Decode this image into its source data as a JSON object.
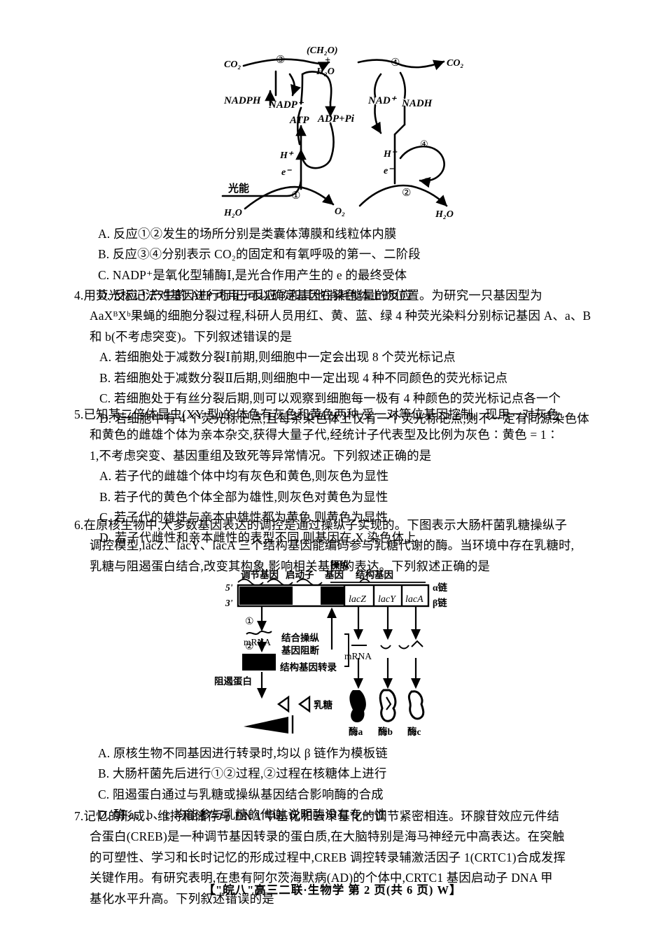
{
  "document": {
    "subject": "生物学",
    "footer": "【\"皖八\"高三二联·生物学  第 2 页(共 6 页)  W】"
  },
  "figure_photosynthesis": {
    "name": "光合作用与有氧呼吸过程图解",
    "labels": {
      "co2_left": "CO₂",
      "co2_right": "CO₂",
      "product": "(CH₂O)",
      "plus": "+",
      "h2o_product": "H₂O",
      "nadph": "NADPH",
      "nadp": "NADP⁺",
      "nad_plus": "NAD⁺",
      "nadh": "NADH",
      "atp": "ATP",
      "adp_pi": "ADP+Pi",
      "h_plus_left": "H⁺",
      "e_left": "e⁻",
      "h_plus_right": "H⁺",
      "e_right": "e⁻",
      "light_energy": "光能",
      "h2o_left": "H₂O",
      "o2": "O₂",
      "h2o_right": "H₂O",
      "circle1": "①",
      "circle2": "②",
      "circle3": "③",
      "circle4": "④",
      "circle5": "⑤",
      "circle4b": "④"
    }
  },
  "question3_options": [
    "A. 反应①②发生的场所分别是类囊体薄膜和线粒体内膜",
    "B. 反应③④分别表示 CO₂的固定和有氧呼吸的第一、二阶段",
    "C. NADP⁺是氧化型辅酶Ⅰ,是光合作用产生的 e 的最终受体",
    "D. 反应①产生的 ATP 可用于反应③和其他消耗能量的反应"
  ],
  "question4": {
    "number": "4.",
    "stem_lines": [
      "用荧光标记法对基因进行标记,可以确定基因在染色体上的位置。为研究一只基因型为",
      "AaXᴮXᵇ果蝇的细胞分裂过程,科研人员用红、黄、蓝、绿 4 种荧光染料分别标记基因 A、a、B",
      "和 b(不考虑突变)。下列叙述错误的是"
    ],
    "options": [
      "A. 若细胞处于减数分裂Ⅰ前期,则细胞中一定会出现 8 个荧光标记点",
      "B. 若细胞处于减数分裂Ⅱ后期,则细胞中一定出现 4 种不同颜色的荧光标记点",
      "C. 若细胞处于有丝分裂后期,则可以观察到细胞每一极有 4 种颜色的荧光标记点各一个",
      "D. 若细胞中有 4 个荧光标记点,且每条染色体上仅有一个荧光标记点,则不一定有同源染色体"
    ]
  },
  "question5": {
    "number": "5.",
    "stem_lines": [
      "已知某二倍体昆虫(XY 型)的体色有灰色和黄色两种,受一对等位基因控制。现用一对灰色",
      "和黄色的雌雄个体为亲本杂交,获得大量子代,经统计子代表型及比例为灰色∶黄色 = 1∶",
      "1,不考虑突变、基因重组及致死等异常情况。下列叙述正确的是"
    ],
    "options": [
      "A. 若子代的雌雄个体中均有灰色和黄色,则灰色为显性",
      "B. 若子代的黄色个体全部为雄性,则灰色对黄色为显性",
      "C. 若子代的雄性与亲本中雄性都为黄色,则黄色为显性",
      "D. 若子代雌性和亲本雌性的表型不同,则基因在 X 染色体上"
    ]
  },
  "question6": {
    "number": "6.",
    "stem_lines": [
      "在原核生物中,大多数基因表达的调控是通过操纵子实现的。下图表示大肠杆菌乳糖操纵子",
      "调控模型,lacZ、lacY、lacA 三个结构基因能编码参与乳糖代谢的酶。当环境中存在乳糖时,",
      "乳糖与阻遏蛋白结合,改变其构象,影响相关基因的表达。下列叙述正确的是"
    ],
    "options": [
      "A. 原核生物不同基因进行转录时,均以 β 链作为模板链",
      "B. 大肠杆菌先后进行①②过程,②过程在核糖体上进行",
      "C. 阻遏蛋白通过与乳糖或操纵基因结合影响酶的合成",
      "D. 酶 a、b、c 均能参与乳糖的代谢,说明酶没有专一性"
    ]
  },
  "figure_operon": {
    "name": "乳糖操纵子调控模型",
    "labels": {
      "regulator_gene": "调节基因",
      "promoter": "启动子",
      "operator_top": "操纵",
      "operator_bottom": "基因",
      "structural_genes": "结构基因",
      "five_prime": "5'",
      "three_prime": "3'",
      "alpha_chain": "α链",
      "beta_chain": "β链",
      "lacZ": "lacZ",
      "lacY": "lacY",
      "lacA": "lacA",
      "step1": "①",
      "step2": "②",
      "mrna_left": "mRNA",
      "mrna_right": "mRNA",
      "bind_operator": "结合操纵",
      "gene_block": "基因阻断",
      "block_transcription": "结构基因转录",
      "repressor_protein": "阻遏蛋白",
      "lactose": "乳糖",
      "enzyme_a": "酶a",
      "enzyme_b": "酶b",
      "enzyme_c": "酶c"
    }
  },
  "question7": {
    "number": "7.",
    "stem_lines": [
      "记忆的形成、维持和储存与 DNA 甲基化和去甲基化的调节紧密相连。环腺苷效应元件结",
      "合蛋白(CREB)是一种调节基因转录的蛋白质,在大脑特别是海马神经元中高表达。在突触",
      "的可塑性、学习和长时记忆的形成过程中,CREB 调控转录辅激活因子 1(CRTC1)合成发挥",
      "关键作用。有研究表明,在患有阿尔茨海默病(AD)的个体中,CRTC1 基因启动子 DNA 甲",
      "基化水平升高。下列叙述错误的是"
    ]
  }
}
